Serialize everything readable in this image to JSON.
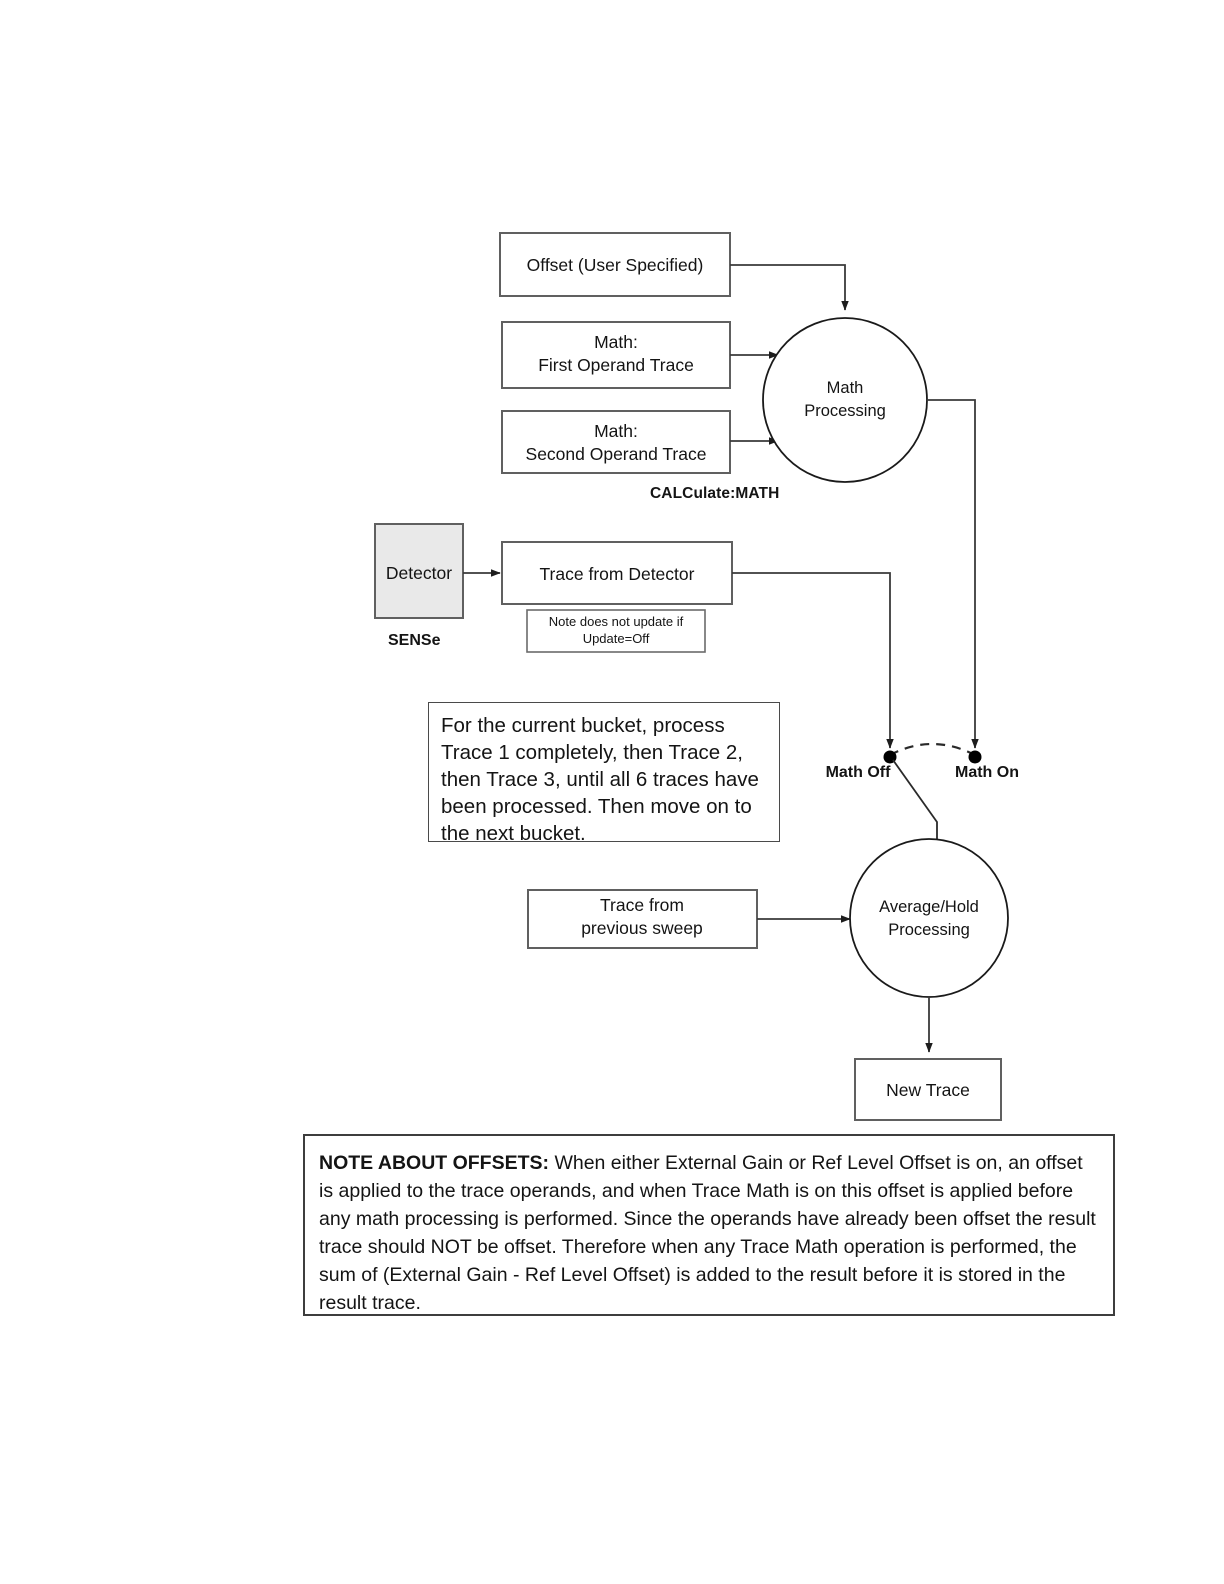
{
  "diagram": {
    "title": "Trace processing flow",
    "nodes": {
      "offset_user": "Offset (User Specified)",
      "math_first_l1": "Math:",
      "math_first_l2": "First Operand Trace",
      "math_second_l1": "Math:",
      "math_second_l2": "Second Operand Trace",
      "math_processing_l1": "Math",
      "math_processing_l2": "Processing",
      "detector": "Detector",
      "trace_from_detector": "Trace from Detector",
      "update_note_l1": "Note does not update if",
      "update_note_l2": "Update=Off",
      "trace_prev_l1": "Trace from",
      "trace_prev_l2": "previous sweep",
      "avg_hold_l1": "Average/Hold",
      "avg_hold_l2": "Processing",
      "new_trace": "New Trace"
    },
    "labels": {
      "calculate_math": "CALCulate:MATH",
      "sense": "SENSe",
      "math_off": "Math Off",
      "math_on": "Math On"
    },
    "bucket_note": {
      "lines": [
        "For the current bucket, process",
        "Trace 1 completely, then Trace 2,",
        "then Trace 3, until all 6 traces have",
        "been processed.  Then move on to",
        "the next bucket."
      ]
    },
    "offset_note": {
      "heading": "NOTE ABOUT OFFSETS:",
      "body": " When either External Gain or Ref Level Offset is on, an offset is applied to the trace operands, and when Trace Math is on this offset is applied before any math processing is performed. Since the operands have already been offset the result trace should NOT be offset.  Therefore when any Trace Math operation is performed, the sum of (External Gain - Ref Level Offset) is added to the result before it is stored in the result trace."
    },
    "colors": {
      "box_stroke": "#606060",
      "detector_fill": "#e9e9e9",
      "line": "#3a3a3a",
      "text": "#141414",
      "page_bg": "#ffffff"
    }
  }
}
